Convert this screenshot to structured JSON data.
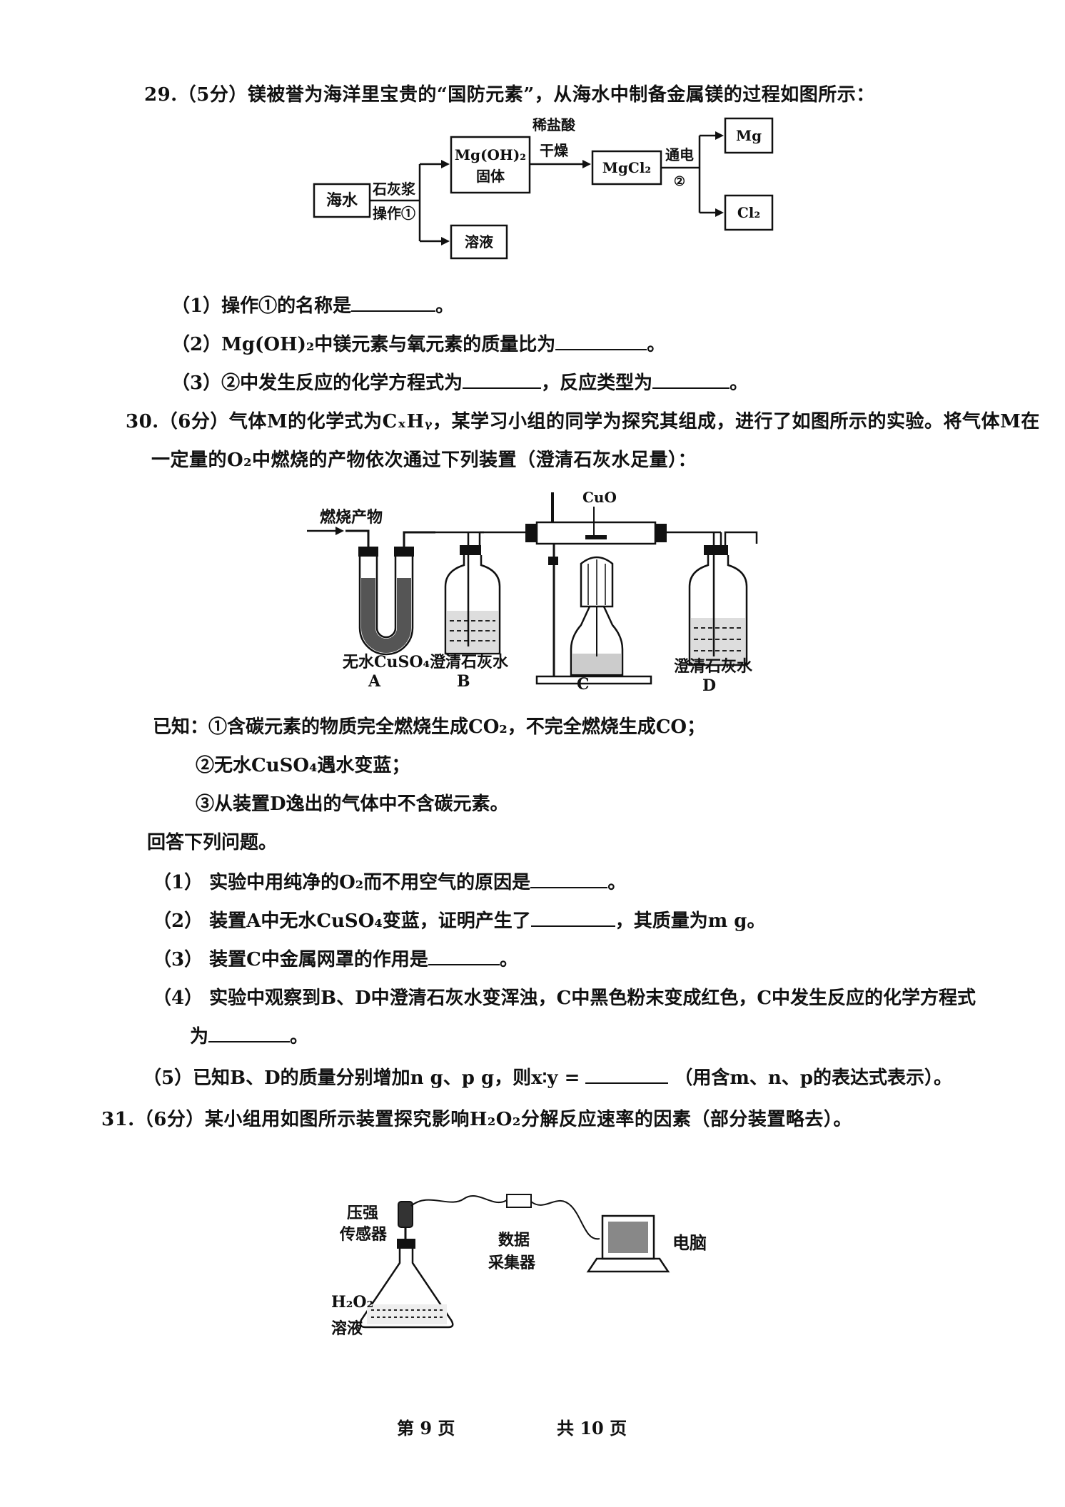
{
  "q29": {
    "stem": "29.（5分）镁被誉为海洋里宝贵的“国防元素”，从海水中制备金属镁的过程如图所示：",
    "flow": {
      "seawater": "海水",
      "reagent1": "石灰浆",
      "op1": "操作①",
      "mgoh2_l1": "Mg(OH)₂",
      "mgoh2_l2": "固体",
      "filtrate": "溶液",
      "reagent2": "稀盐酸",
      "dry": "干燥",
      "mgcl2": "MgCl₂",
      "electrolysis": "通电",
      "step2": "②",
      "mg": "Mg",
      "cl2": "Cl₂"
    },
    "q1": "（1）操作①的名称是",
    "q1_end": "。",
    "q2": "（2）Mg(OH)₂中镁元素与氧元素的质量比为",
    "q2_end": "。",
    "q3": "（3）②中发生反应的化学方程式为",
    "q3_mid": "，反应类型为",
    "q3_end": "。"
  },
  "q30": {
    "stem_l1": "30.（6分）气体M的化学式为CₓHᵧ，某学习小组的同学为探究其组成，进行了如图所示的实验。将气体M在",
    "stem_l2": "一定量的O₂中燃烧的产物依次通过下列装置（澄清石灰水足量）：",
    "apparatus": {
      "inlet": "燃烧产物",
      "cuo": "CuO",
      "a_reagent": "无水CuSO₄",
      "b_reagent": "澄清石灰水",
      "d_reagent": "澄清石灰水",
      "label_a": "A",
      "label_b": "B",
      "label_c": "C",
      "label_d": "D"
    },
    "known1": "已知：①含碳元素的物质完全燃烧生成CO₂，不完全燃烧生成CO；",
    "known2": "②无水CuSO₄遇水变蓝；",
    "known3": "③从装置D逸出的气体中不含碳元素。",
    "answer_prompt": "回答下列问题。",
    "q1": "（1） 实验中用纯净的O₂而不用空气的原因是",
    "q1_end": "。",
    "q2a": "（2） 装置A中无水CuSO₄变蓝，证明产生了",
    "q2b": "，其质量为m g。",
    "q3": "（3） 装置C中金属网罩的作用是",
    "q3_end": "。",
    "q4": "（4） 实验中观察到B、D中澄清石灰水变浑浊，C中黑色粉末变成红色，C中发生反应的化学方程式",
    "q4_l2": "为",
    "q4_end": "。",
    "q5a": "（5）已知B、D的质量分别增加n g、p g，则x∶y =",
    "q5b": "（用含m、n、p的表达式表示）。"
  },
  "q31": {
    "stem": "31.（6分）某小组用如图所示装置探究影响H₂O₂分解反应速率的因素（部分装置略去）。",
    "apparatus": {
      "sensor_l1": "压强",
      "sensor_l2": "传感器",
      "logger_l1": "数据",
      "logger_l2": "采集器",
      "computer": "电脑",
      "sol_l1": "H₂O₂",
      "sol_l2": "溶液"
    }
  },
  "footer": {
    "page": "第 9 页",
    "total": "共 10 页"
  }
}
